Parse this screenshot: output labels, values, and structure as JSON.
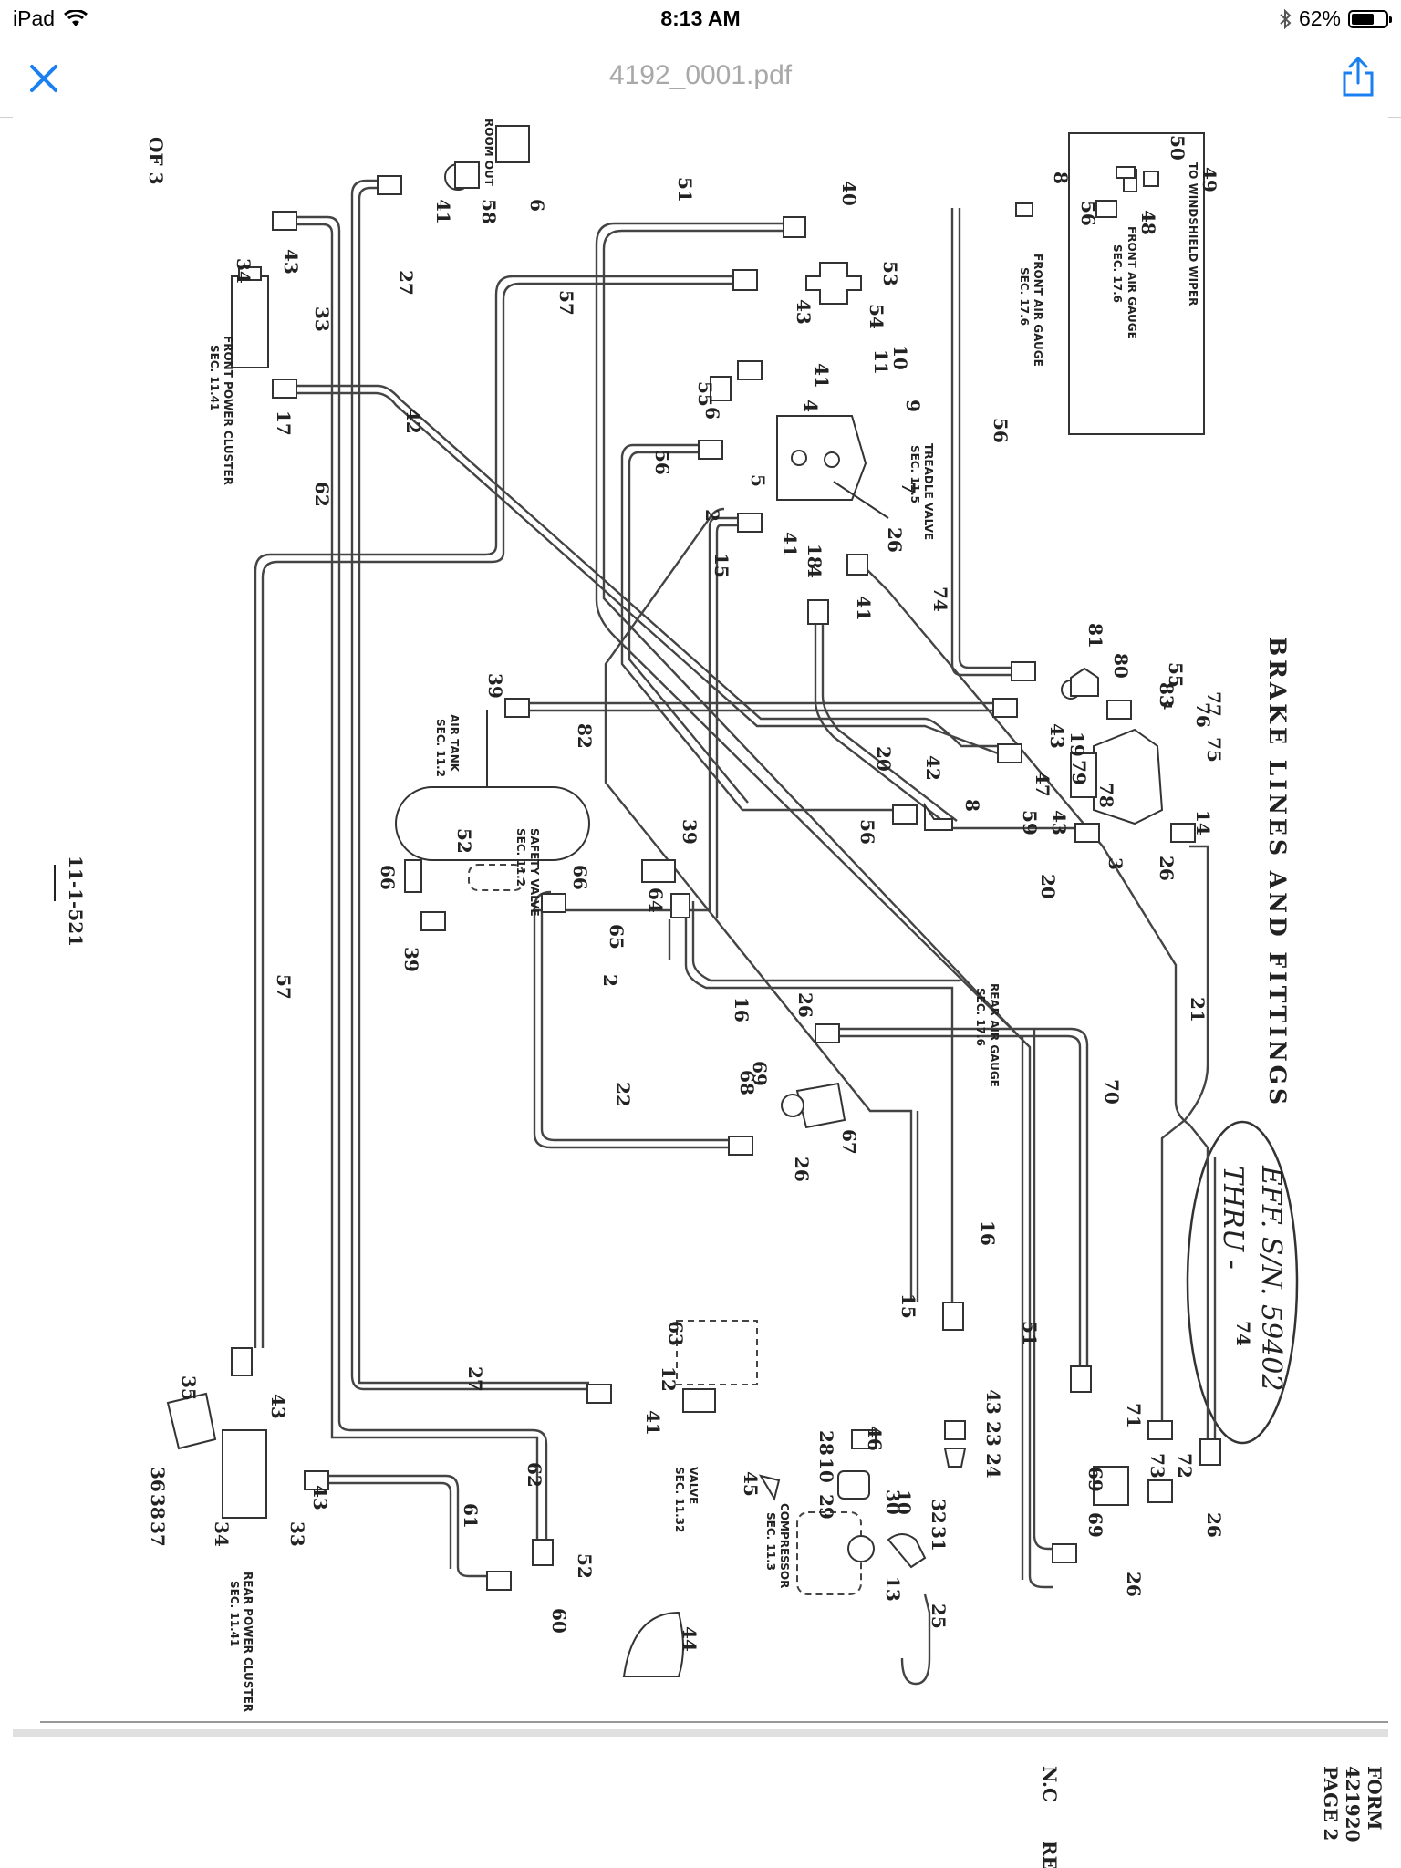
{
  "status_bar": {
    "device": "iPad",
    "time": "8:13 AM",
    "battery": "62%"
  },
  "nav": {
    "document_title": "4192_0001.pdf"
  },
  "icons": {
    "close": "close-icon",
    "share": "share-icon",
    "wifi": "wifi-icon",
    "bluetooth": "bluetooth-icon",
    "battery": "battery-icon"
  },
  "colors": {
    "accent": "#1a7ff0"
  },
  "document": {
    "heading": "BRAKE LINES AND FITTINGS",
    "page_ref": "OF 3",
    "drawing_number": "11-1-521",
    "handwritten_note_line1": "EFF. S/N. 59402",
    "handwritten_note_line2": "THRU -",
    "windshield_box_label": "TO WINDSHIELD WIPER",
    "front_air_gauge_box": "FRONT AIR GAUGE",
    "front_air_gauge_box_sec": "SEC. 17.6",
    "front_air_gauge": "FRONT AIR GAUGE",
    "front_air_gauge_sec": "SEC. 17.6",
    "treadle_valve": "TREADLE VALVE",
    "treadle_valve_sec": "SEC. 11.5",
    "air_tank": "AIR TANK",
    "air_tank_sec": "SEC. 11.2",
    "safety_valve": "SAFETY VALVE",
    "safety_valve_sec": "SEC. 11.2",
    "rear_air_gauge": "REAR AIR GAUGE",
    "rear_air_gauge_sec": "SEC. 17.6",
    "front_power_cluster": "FRONT POWER CLUSTER",
    "front_power_cluster_sec": "SEC. 11.41",
    "rear_power_cluster": "REAR POWER CLUSTER",
    "rear_power_cluster_sec": "SEC. 11.41",
    "valve": "VALVE",
    "valve_sec": "SEC. 11.32",
    "compressor": "COMPRESSOR",
    "compressor_sec": "SEC. 11.3",
    "room_out": "ROOM OUT",
    "footer_form": "FORM",
    "footer_form_no": "421920",
    "footer_page": "PAGE 2",
    "footer_nc": "N.C",
    "footer_re": "RE"
  },
  "part_numbers": {
    "p50": "50",
    "p49": "49",
    "p48": "48",
    "p56a": "56",
    "p8a": "8",
    "p40": "40",
    "p51a": "51",
    "p53": "53",
    "p43a": "43",
    "p54": "54",
    "p57a": "57",
    "p27a": "27",
    "p58": "58",
    "p6a": "6",
    "p41a": "41",
    "p43b": "43",
    "p34a": "34",
    "p33a": "33",
    "p17": "17",
    "p42a": "42",
    "p62a": "62",
    "p41b": "41",
    "p11": "11",
    "p10a": "10",
    "p55a": "55",
    "p6b": "6",
    "p4a": "4",
    "p9": "9",
    "p7": "7",
    "p5": "5",
    "p56b": "56",
    "p56c": "56",
    "p2a": "2",
    "p15a": "15",
    "p41c": "41",
    "p18": "18",
    "p4b": "4",
    "p26a": "26",
    "p41d": "41",
    "p74a": "74",
    "p81": "81",
    "p80": "80",
    "p55b": "55",
    "p83": "83",
    "p77": "77",
    "p76": "76",
    "p75": "75",
    "p43c": "43",
    "p19": "19",
    "p1": "1",
    "p79": "79",
    "p78": "78",
    "p47": "47",
    "p59": "59",
    "p43d": "43",
    "p14": "14",
    "p3": "3",
    "p26b": "26",
    "p20a": "20",
    "p20b": "20",
    "p42b": "42",
    "p39a": "39",
    "p82": "82",
    "p52a": "52",
    "p66a": "66",
    "p66b": "66",
    "p39b": "39",
    "p64": "64",
    "p65": "65",
    "p39c": "39",
    "p2b": "2",
    "p56d": "56",
    "p8b": "8",
    "p16a": "16",
    "p26c": "26",
    "p69a": "69",
    "p68": "68",
    "p67": "67",
    "p22": "22",
    "p26d": "26",
    "p70": "70",
    "p21": "21",
    "p57b": "57",
    "p16b": "16",
    "p15b": "15",
    "p51b": "51",
    "p74b": "74",
    "p63": "63",
    "p12": "12",
    "p27b": "27",
    "p41e": "41",
    "p45": "45",
    "p28": "28",
    "p10b": "10",
    "p29": "29",
    "p46": "46",
    "p10c": "10",
    "p30": "30",
    "p32": "32",
    "p31": "31",
    "p13": "13",
    "p25": "25",
    "p43e": "43",
    "p23": "23",
    "p24": "24",
    "p71": "71",
    "p69b": "69",
    "p73": "73",
    "p72": "72",
    "p26e": "26",
    "p69c": "69",
    "p26f": "26",
    "p35": "35",
    "p43f": "43",
    "p36": "36",
    "p38": "38",
    "p37": "37",
    "p34b": "34",
    "p33b": "33",
    "p43g": "43",
    "p61": "61",
    "p62b": "62",
    "p52b": "52",
    "p60": "60",
    "p44": "44"
  }
}
